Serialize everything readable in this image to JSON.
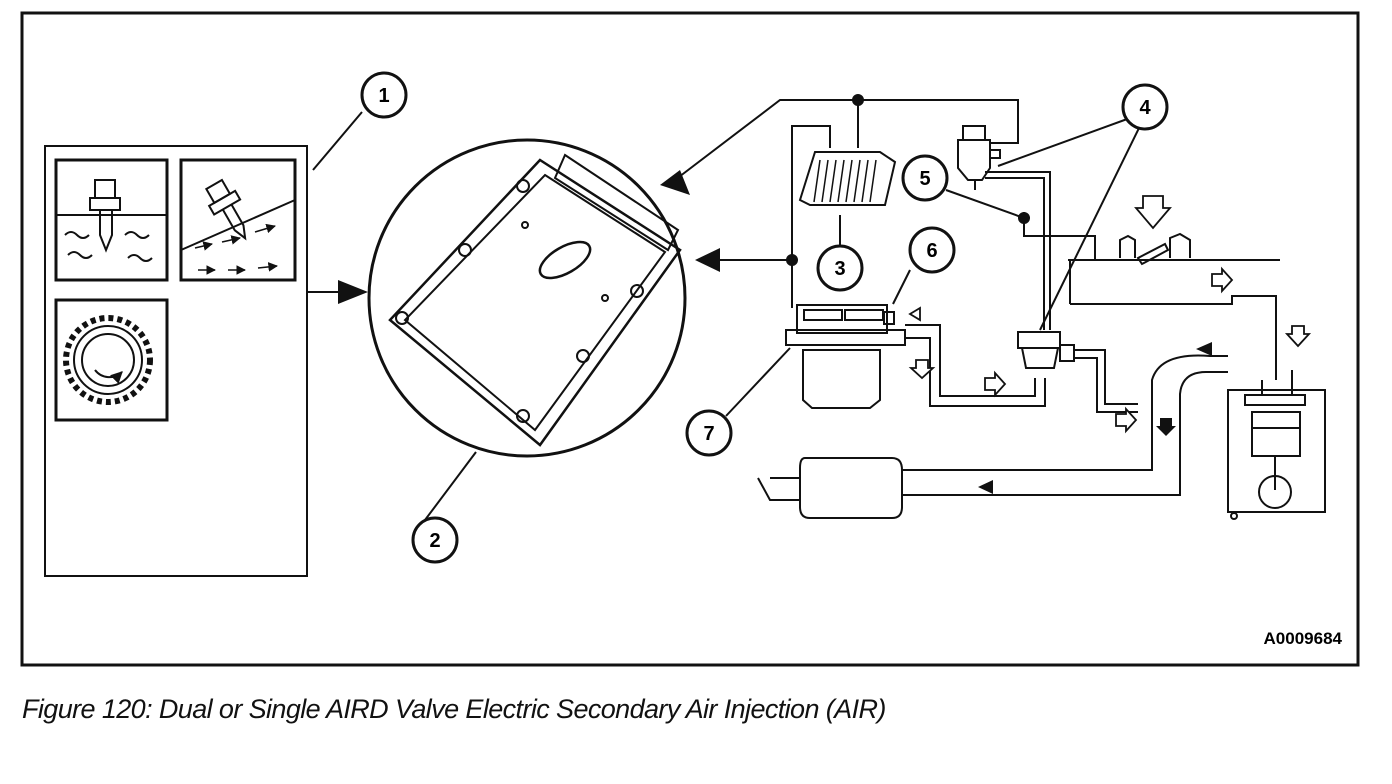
{
  "figure": {
    "id": "A0009684",
    "caption": "Figure 120: Dual or Single AIRD Valve Electric Secondary Air Injection (AIR)"
  },
  "callouts": [
    {
      "label": "1"
    },
    {
      "label": "2"
    },
    {
      "label": "3"
    },
    {
      "label": "4"
    },
    {
      "label": "5"
    },
    {
      "label": "6"
    },
    {
      "label": "7"
    }
  ],
  "icons": [
    "coolant-temperature-sensor-icon",
    "intake-air-temperature-sensor-icon",
    "crankshaft-position-sensor-icon",
    "pcm-module-icon",
    "relay-icon",
    "aird-valve-icon",
    "air-pump-icon",
    "check-valve-icon",
    "engine-cylinder-icon",
    "exhaust-muffler-icon"
  ],
  "colors": {
    "line": "#111111",
    "background": "#ffffff"
  }
}
